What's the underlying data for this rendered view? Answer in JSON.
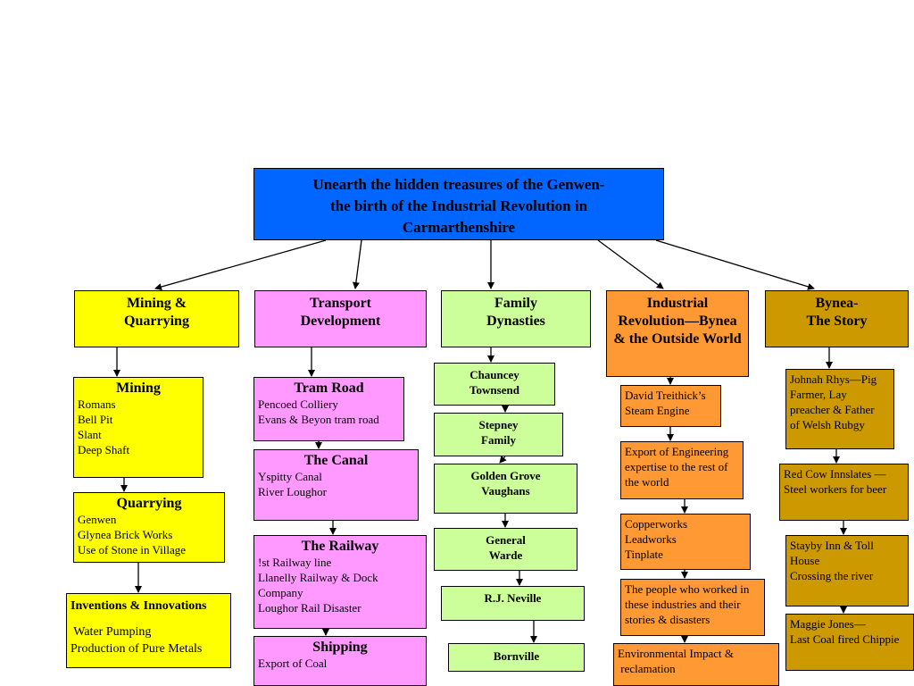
{
  "title": "Unearth the hidden treasures of the Genwen-the birth of the Industrial Revolution in Carmarthenshire",
  "title_lines": [
    "Unearth the hidden treasures of the Genwen-",
    "the birth of the Industrial Revolution in",
    "Carmarthenshire"
  ],
  "categories": {
    "mining": [
      "Mining &",
      "Quarrying"
    ],
    "transport": [
      "Transport",
      "Development"
    ],
    "family": [
      "Family",
      "Dynasties"
    ],
    "industrial": [
      "Industrial",
      "Revolution—Bynea",
      "& the Outside World"
    ],
    "bynea": [
      "Bynea-",
      "The Story"
    ]
  },
  "mining_col": {
    "mining": {
      "heading": "Mining",
      "items": [
        "Romans",
        "Bell Pit",
        "Slant",
        "Deep Shaft"
      ]
    },
    "quarrying": {
      "heading": "Quarrying",
      "items": [
        "Genwen",
        "Glynea Brick Works",
        "Use of Stone in Village"
      ]
    },
    "inventions": {
      "heading": "Inventions & Innovations",
      "items": [
        " Water Pumping",
        "Production of Pure Metals"
      ]
    }
  },
  "transport_col": {
    "tram": {
      "heading": "Tram Road",
      "items": [
        "Pencoed Colliery",
        "Evans & Beyon tram road"
      ]
    },
    "canal": {
      "heading": "The Canal",
      "items": [
        "Yspitty Canal",
        "River Loughor"
      ]
    },
    "railway": {
      "heading": "The Railway",
      "items": [
        "!st Railway line",
        "Llanelly Railway & Dock",
        "Company",
        "Loughor Rail Disaster"
      ]
    },
    "shipping": {
      "heading": "Shipping",
      "items": [
        "Export of Coal"
      ]
    }
  },
  "family_col": {
    "chauncey": [
      "Chauncey",
      "Townsend"
    ],
    "stepney": [
      "Stepney",
      "Family"
    ],
    "golden": [
      "Golden Grove",
      "Vaughans"
    ],
    "general": [
      "General",
      "Warde"
    ],
    "neville": [
      "R.J. Neville"
    ],
    "bornville": [
      "Bornville"
    ]
  },
  "industrial_col": {
    "david": [
      "David Treithick’s",
      "Steam Engine"
    ],
    "export": [
      "Export of Engineering",
      "expertise to the rest of",
      "the world"
    ],
    "copper": [
      "Copperworks",
      "Leadworks",
      "Tinplate"
    ],
    "people": [
      "The people who worked in",
      "these industries and their",
      "stories & disasters"
    ],
    "env": [
      "Environmental Impact &",
      " reclamation"
    ]
  },
  "bynea_col": {
    "johnah": [
      "Johnah Rhys—Pig",
      "Farmer, Lay",
      "preacher & Father",
      "of Welsh Rubgy"
    ],
    "redcow": [
      "Red Cow Innslates —",
      "Steel workers for beer"
    ],
    "stayby": [
      "Stayby Inn & Toll",
      "House",
      "Crossing the river"
    ],
    "maggie": [
      "Maggie Jones—",
      "Last Coal fired Chippie"
    ]
  },
  "colors": {
    "title": "#0066ff",
    "mining": "#ffff00",
    "transport": "#ff99ff",
    "family": "#ccff99",
    "industrial": "#ff9933",
    "bynea": "#cc9900"
  }
}
